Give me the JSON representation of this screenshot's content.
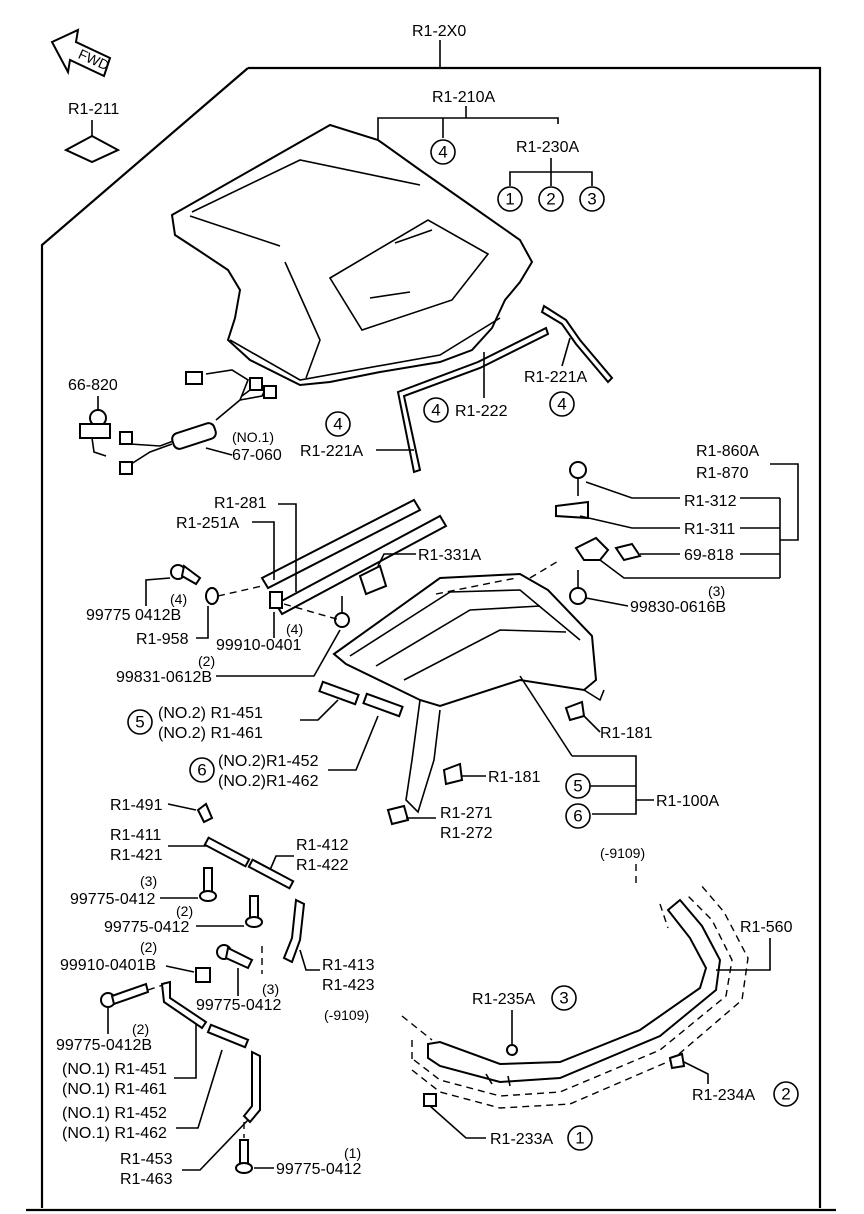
{
  "labels": {
    "assembly": "R1-2X0",
    "r1_211": "R1-211",
    "fwd": "FWD",
    "r1_210a": "R1-210A",
    "r1_230a": "R1-230A",
    "c1": "1",
    "c2": "2",
    "c3": "3",
    "c4": "4",
    "c5": "5",
    "c6": "6",
    "p66_820": "66-820",
    "no1": "(NO.1)",
    "p67_060": "67-060",
    "r1_221a_left": "R1-221A",
    "r1_221a_right": "R1-221A",
    "r1_222": "R1-222",
    "r1_860a": "R1-860A",
    "r1_870": "R1-870",
    "r1_312": "R1-312",
    "r1_311": "R1-311",
    "p69_818": "69-818",
    "q3_a": "(3)",
    "p99830": "99830-0616B",
    "r1_281": "R1-281",
    "r1_251a": "R1-251A",
    "r1_331a": "R1-331A",
    "q4_a": "(4)",
    "p99775_0412b_top": "99775 0412B",
    "r1_958": "R1-958",
    "q4_b": "(4)",
    "p99910_0401": "99910-0401",
    "q2_a": "(2)",
    "p99831": "99831-0612B",
    "no2_451": "(NO.2) R1-451",
    "no2_461": "(NO.2) R1-461",
    "no2_452": "(NO.2)R1-452",
    "no2_462": "(NO.2)R1-462",
    "r1_181_a": "R1-181",
    "r1_181_b": "R1-181",
    "r1_271": "R1-271",
    "r1_272": "R1-272",
    "r1_100a": "R1-100A",
    "r1_491": "R1-491",
    "r1_411": "R1-411",
    "r1_421": "R1-421",
    "r1_412": "R1-412",
    "r1_422": "R1-422",
    "q3_b": "(3)",
    "p99775_0412_a": "99775-0412",
    "q2_b": "(2)",
    "p99775_0412_b": "99775-0412",
    "q2_c": "(2)",
    "p99910_0401b": "99910-0401B",
    "r1_413": "R1-413",
    "r1_423": "R1-423",
    "q3_c": "(3)",
    "p99775_0412_c": "99775-0412",
    "q2_d": "(2)",
    "p99775_0412b_bot": "99775-0412B",
    "no1_451": "(NO.1) R1-451",
    "no1_461": "(NO.1) R1-461",
    "no1_452": "(NO.1) R1-452",
    "no1_462": "(NO.1) R1-462",
    "r1_453": "R1-453",
    "r1_463": "R1-463",
    "q1": "(1)",
    "p99775_0412_d": "99775-0412",
    "date_top": "(-9109)",
    "date_left": "(-9109)",
    "r1_560": "R1-560",
    "r1_235a": "R1-235A",
    "r1_234a": "R1-234A",
    "r1_233a": "R1-233A"
  }
}
